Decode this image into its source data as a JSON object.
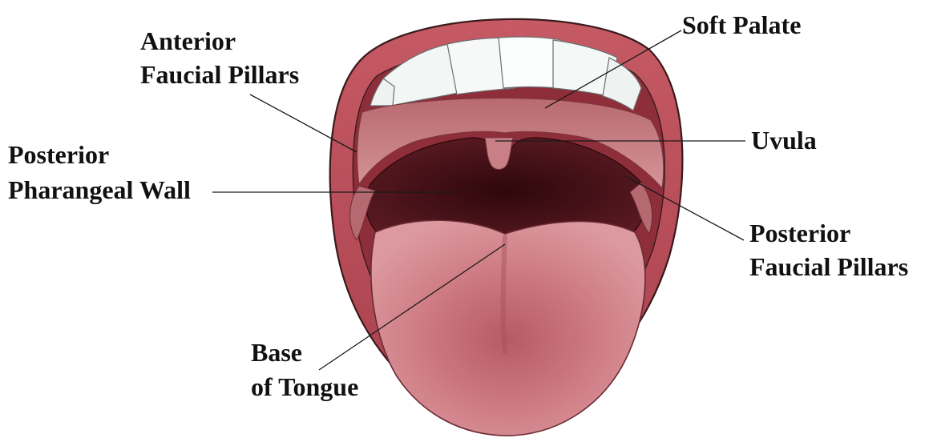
{
  "labels": {
    "anterior_faucial_pillars": [
      "Anterior",
      "Faucial Pillars"
    ],
    "soft_palate": [
      "Soft Palate"
    ],
    "posterior_pharangeal_wall": [
      "Posterior",
      "Pharangeal Wall"
    ],
    "uvula": [
      "Uvula"
    ],
    "posterior_faucial_pillars": [
      "Posterior",
      "Faucial Pillars"
    ],
    "base_of_tongue": [
      "Base",
      "of Tongue"
    ]
  },
  "colors": {
    "lip": "#b94a55",
    "lip_outline": "#3a1a1c",
    "teeth": "#f4f7f6",
    "throat": "#4a1218",
    "palate": "#c97f82",
    "tongue": "#cf7a82",
    "tongue_center": "#b45a66"
  }
}
